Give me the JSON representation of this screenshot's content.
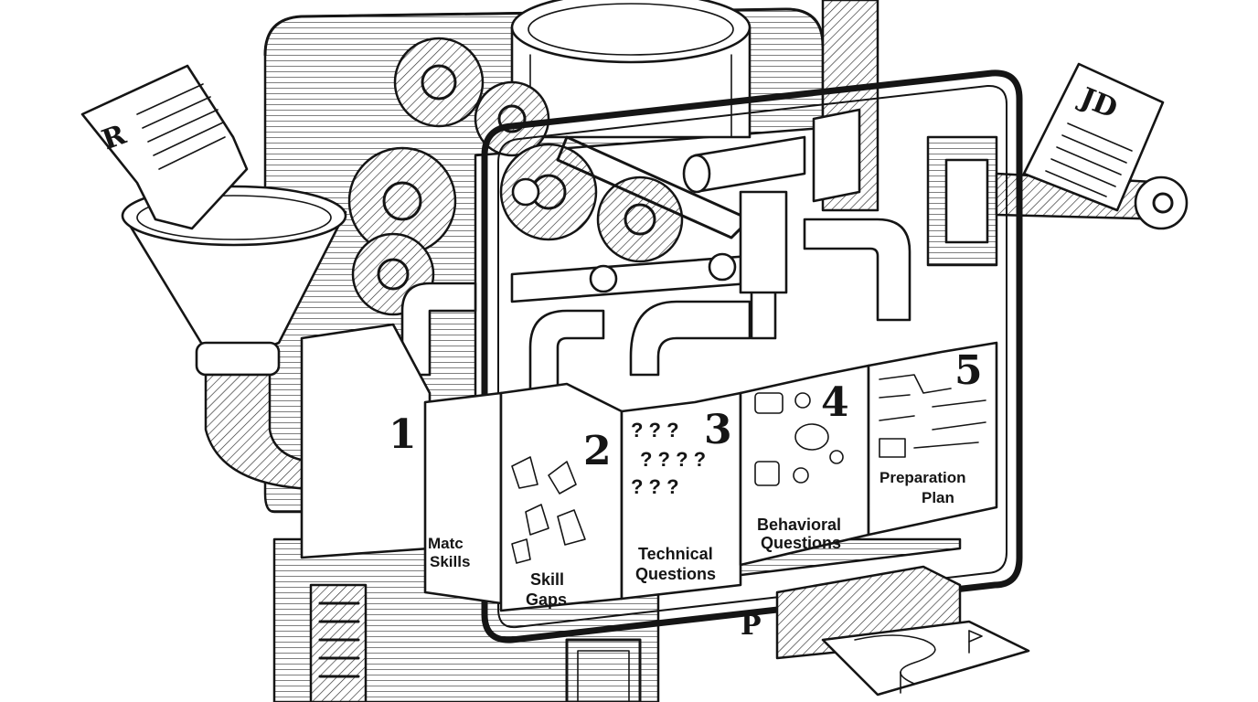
{
  "input_documents": {
    "resume_letter": "R",
    "job_description_letter": "JD"
  },
  "output_document": {
    "letter": "P"
  },
  "stages": [
    {
      "number": "1",
      "line1": "Matc",
      "line2": "Skills"
    },
    {
      "number": "2",
      "line1": "Skill",
      "line2": "Gaps"
    },
    {
      "number": "3",
      "line1": "Technical",
      "line2": "Questions"
    },
    {
      "number": "4",
      "line1": "Behavioral",
      "line2": "Questions"
    },
    {
      "number": "5",
      "line1": "Preparation",
      "line2": "Plan"
    }
  ]
}
